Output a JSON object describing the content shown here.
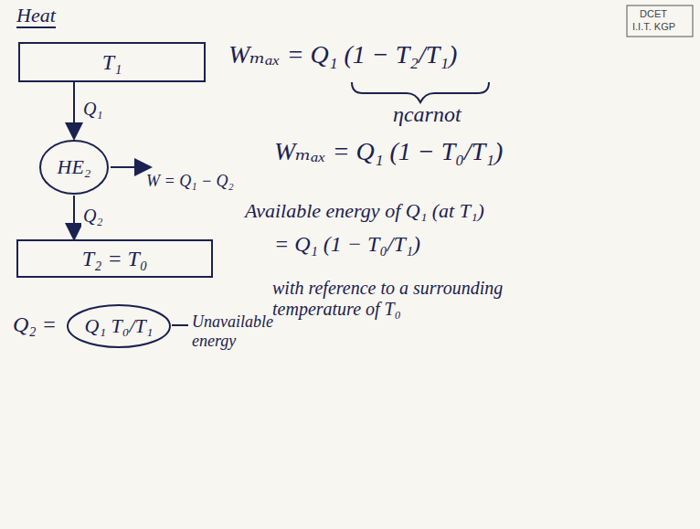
{
  "diagram": {
    "title": "Heat",
    "nodes": [
      {
        "text": [
          "T₁"
        ]
      },
      {
        "text": [
          "HE₂"
        ]
      },
      {
        "text": [
          "T₂ = T₀"
        ]
      },
      {
        "text": [
          "Q₁ T₀/T₁"
        ]
      }
    ],
    "edges": [
      {
        "from": 0,
        "to": 1,
        "label": "Q₁",
        "arrow": "to"
      },
      {
        "from": 1,
        "to": 2,
        "label": "Q₂",
        "arrow": "to"
      }
    ],
    "labels": [
      "DCET",
      "I.I.T. KGP",
      "W = Q₁ − Q₂",
      "Wₘₐₓ = Q₁ (1 − T₂/T₁)",
      "ηcarnot",
      "Wₘₐₓ = Q₁ (1 − T₀/T₁)",
      "Available energy of Q₁ (at T₁)",
      "= Q₁ (1 − T₀/T₁)",
      "with reference to a surrounding temperature of T₀",
      "Q₂ =",
      "Unavailable energy"
    ]
  }
}
